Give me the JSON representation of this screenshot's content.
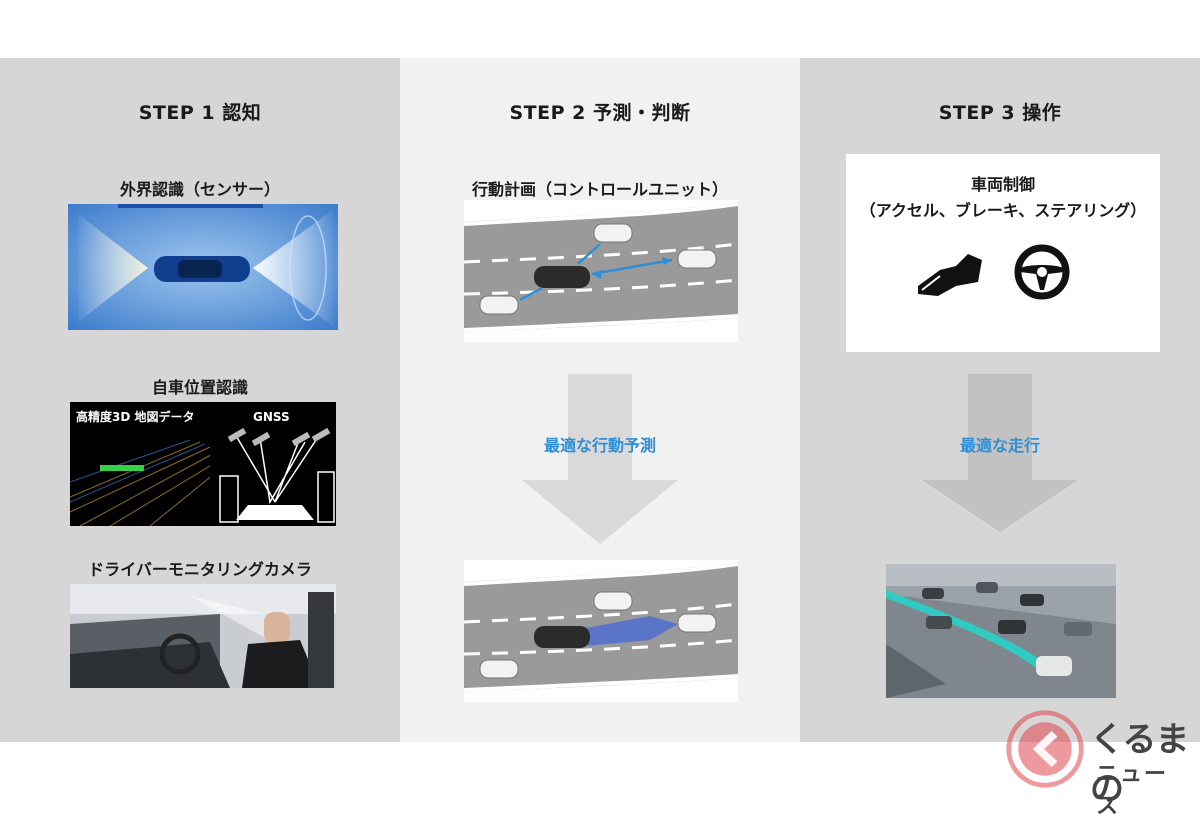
{
  "steps": [
    {
      "title": "STEP 1 認知",
      "items": [
        {
          "label": "外界認識（センサー）"
        },
        {
          "label": "自車位置認識",
          "map_label": "高精度3D 地図データ",
          "gnss_label": "GNSS"
        },
        {
          "label": "ドライバーモニタリングカメラ"
        }
      ]
    },
    {
      "title": "STEP 2 予測・判断",
      "plan_label": "行動計画（コントロールユニット）",
      "arrow_label": "最適な行動予測"
    },
    {
      "title": "STEP 3 操作",
      "card_title_line1": "車両制御",
      "card_title_line2": "（アクセル、ブレーキ、ステアリング）",
      "arrow_label": "最適な走行"
    }
  ],
  "logo": {
    "line1": "くるまの",
    "line2": "ニュース"
  },
  "colors": {
    "accent_blue": "#2e8fd6",
    "logo_red": "#e0454f",
    "panel_gray": "#d6d6d6",
    "panel_light": "#f1f1f1"
  }
}
